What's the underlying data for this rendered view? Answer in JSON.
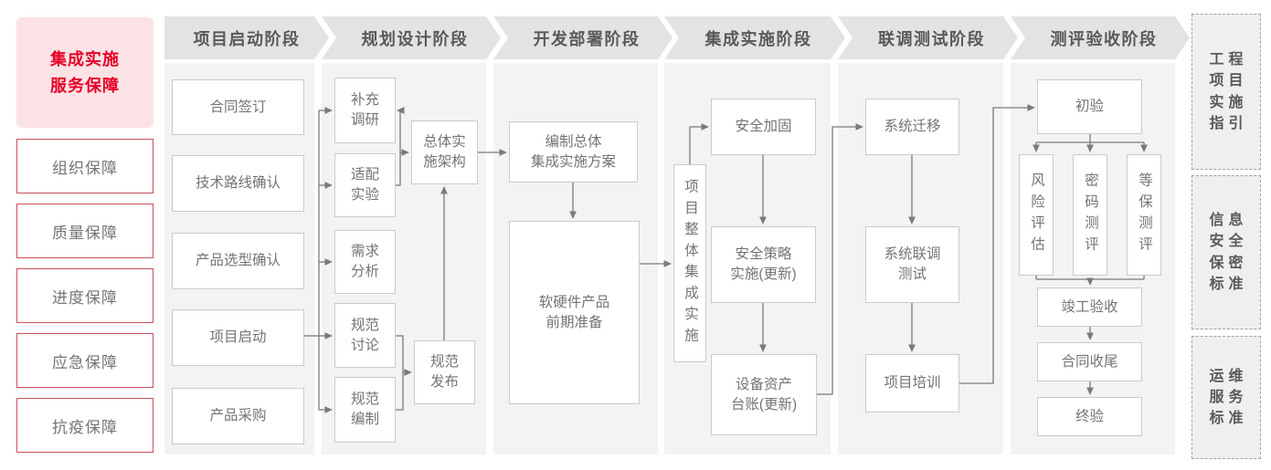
{
  "colors": {
    "accent_red": "#e60027",
    "pink_bg": "#fbe2e5",
    "red_border": "#c9505c",
    "banner_bg": "#e4e2e2",
    "panel_bg": "#f4f3f3",
    "box_border": "#cccaca",
    "box_text": "#757373",
    "banner_text": "#5a5858",
    "line_gray": "#7b7a7a"
  },
  "left_sidebar": {
    "title": "集成实施\n服务保障",
    "items": [
      "组织保障",
      "质量保障",
      "进度保障",
      "应急保障",
      "抗疫保障"
    ]
  },
  "phases": [
    {
      "label": "项目启动阶段",
      "boxes": [
        "合同签订",
        "技术路线确认",
        "产品选型确认",
        "项目启动",
        "产品采购"
      ]
    },
    {
      "label": "规划设计阶段",
      "boxes": [
        "补充\n调研",
        "适配\n实验",
        "需求\n分析",
        "规范\n讨论",
        "规范\n编制",
        "总体实\n施架构",
        "规范\n发布"
      ]
    },
    {
      "label": "开发部署阶段",
      "boxes": [
        "编制总体\n集成实施方案",
        "软硬件产品\n前期准备"
      ]
    },
    {
      "label": "集成实施阶段",
      "boxes": [
        "项目整体集成实施",
        "安全加固",
        "安全策略\n实施(更新)",
        "设备资产\n台账(更新)"
      ]
    },
    {
      "label": "联调测试阶段",
      "boxes": [
        "系统迁移",
        "系统联调\n测试",
        "项目培训"
      ]
    },
    {
      "label": "测评验收阶段",
      "boxes": [
        "初验",
        "风险评估",
        "密码测评",
        "等保测评",
        "竣工验收",
        "合同收尾",
        "终验"
      ]
    }
  ],
  "right_sidebar": {
    "items": [
      "工程\n项目\n实施\n指引",
      "信息\n安全\n保密\n标准",
      "运维\n服务\n标准"
    ]
  }
}
